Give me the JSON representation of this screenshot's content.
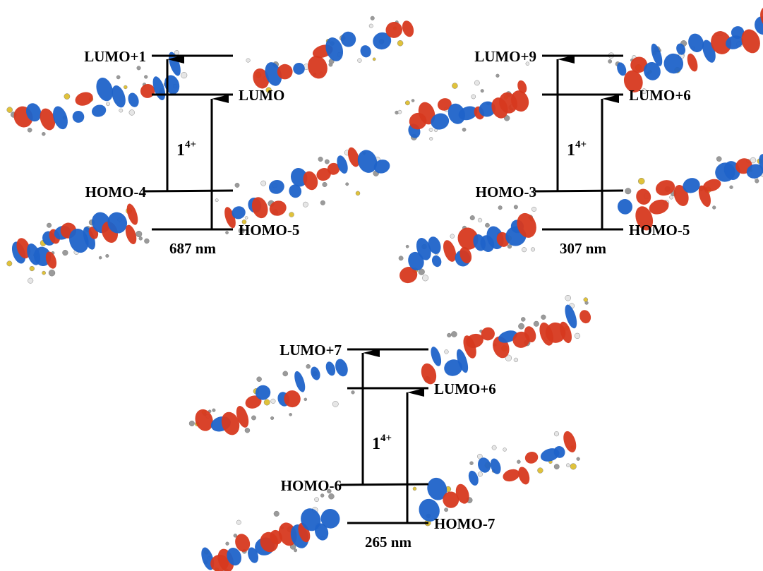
{
  "colors": {
    "lobe_positive": "#d7391f",
    "lobe_negative": "#1f63c9",
    "carbon": "#9a9a9a",
    "sulfur": "#e0c23a",
    "hydrogen": "#e6e6e6"
  },
  "panels": [
    {
      "species_base": "1",
      "species_charge": "4+",
      "wavelength": "687 nm",
      "levels": {
        "upper2": "LUMO+1",
        "upper1": "LUMO",
        "lower2": "HOMO-4",
        "lower1": "HOMO-5"
      }
    },
    {
      "species_base": "1",
      "species_charge": "4+",
      "wavelength": "307 nm",
      "levels": {
        "upper2": "LUMO+9",
        "upper1": "LUMO+6",
        "lower2": "HOMO-3",
        "lower1": "HOMO-5"
      }
    },
    {
      "species_base": "1",
      "species_charge": "4+",
      "wavelength": "265 nm",
      "levels": {
        "upper2": "LUMO+7",
        "upper1": "LUMO+6",
        "lower2": "HOMO-6",
        "lower1": "HOMO-7"
      }
    }
  ]
}
